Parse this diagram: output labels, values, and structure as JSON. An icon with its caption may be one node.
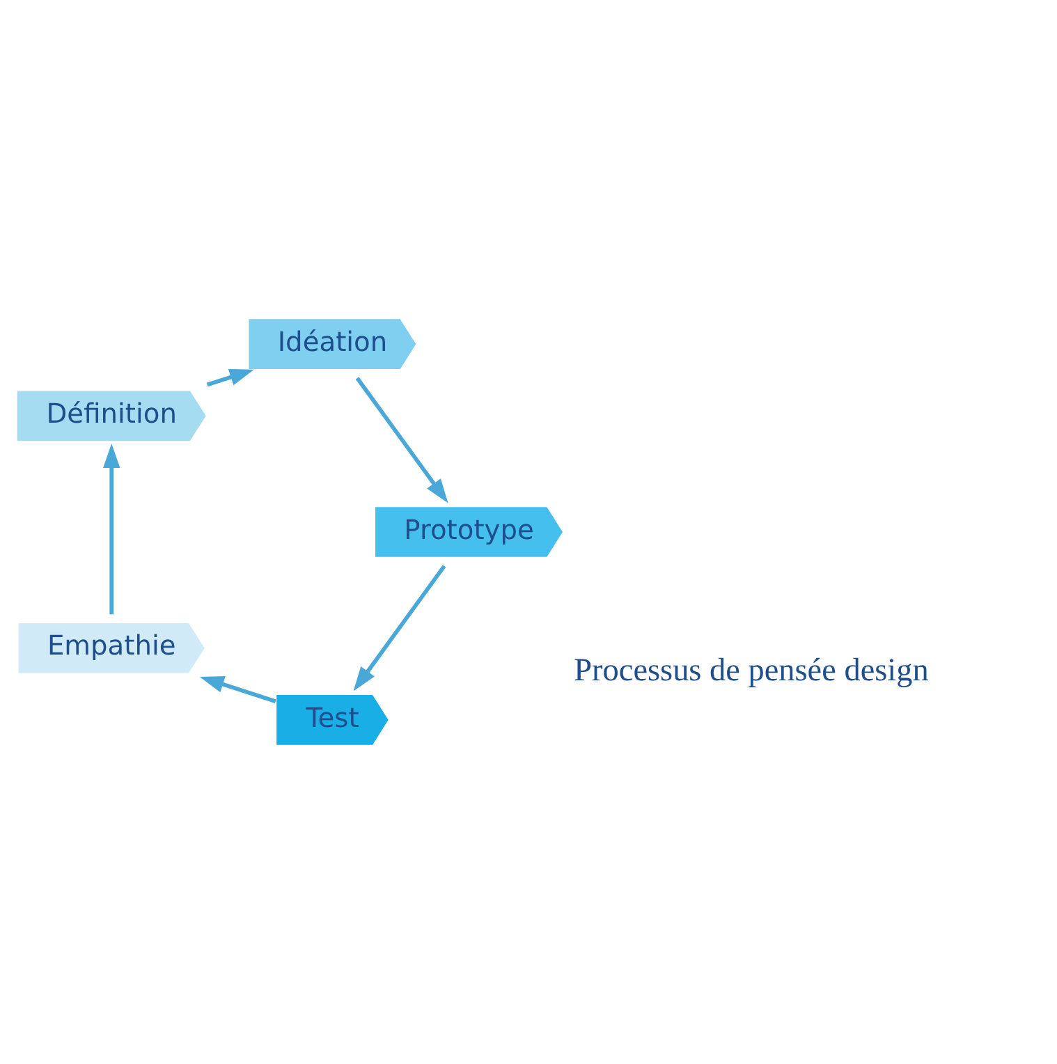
{
  "diagram": {
    "nodes": [
      {
        "text": [
          "Test"
        ]
      },
      {
        "text": [
          "Empathie"
        ]
      },
      {
        "text": [
          "Définition"
        ]
      },
      {
        "text": [
          "Idéation"
        ]
      },
      {
        "text": [
          "Prototype"
        ]
      }
    ],
    "edges": [
      {
        "from": 0,
        "to": 1,
        "arrow": "to"
      },
      {
        "from": 1,
        "to": 2,
        "arrow": "to"
      },
      {
        "from": 2,
        "to": 3,
        "arrow": "to"
      },
      {
        "from": 3,
        "to": 4,
        "arrow": "to"
      },
      {
        "from": 4,
        "to": 0,
        "arrow": "to"
      }
    ],
    "labels": [
      "Processus de pensée design"
    ]
  }
}
